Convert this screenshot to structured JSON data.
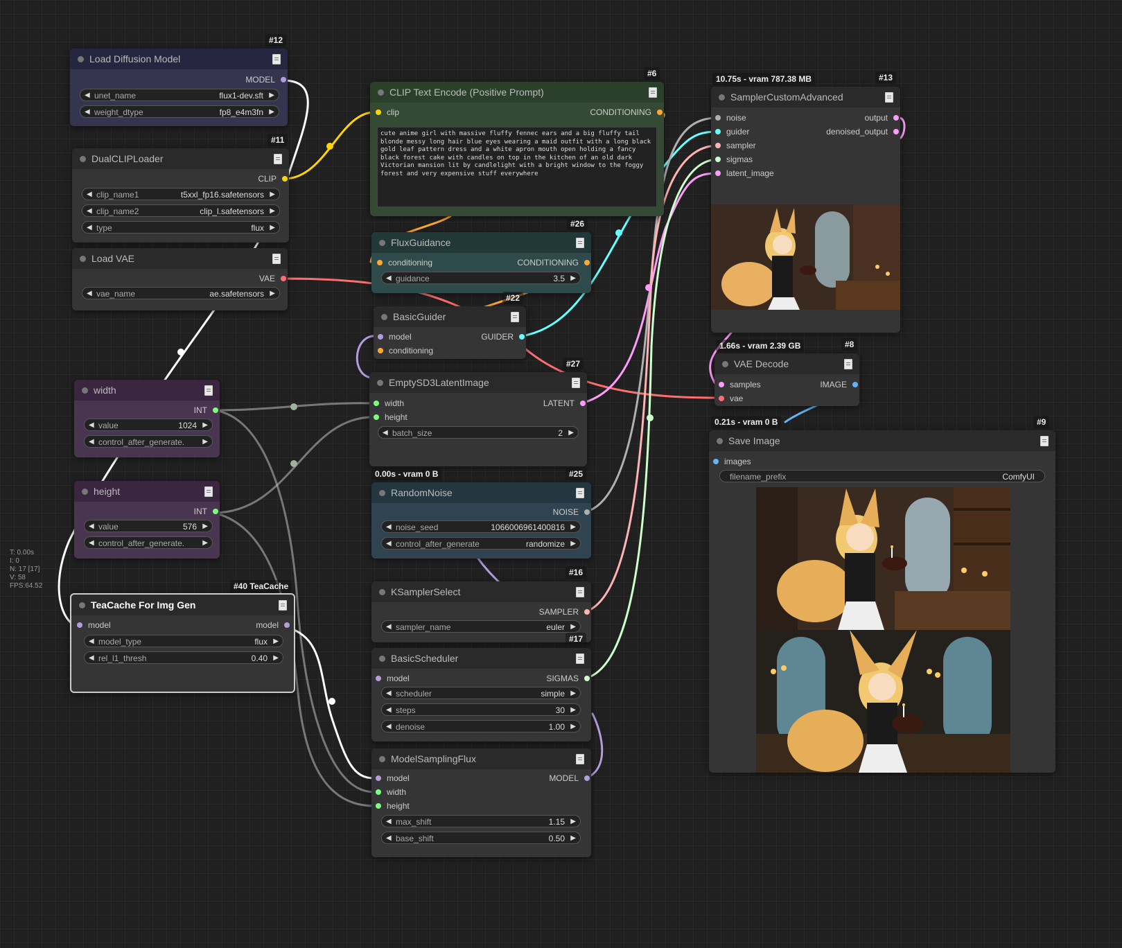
{
  "colors": {
    "model": "#b39ddb",
    "clip": "#ffd500",
    "vae": "#ff6e6e",
    "conditioning": "#ffa931",
    "int": "#7cff7c",
    "latent": "#ff9cf9",
    "noise": "#b0b0b0",
    "guider": "#66ffff",
    "sampler": "#ffb3b3",
    "sigmas": "#cdffcd",
    "image": "#64b5f6"
  },
  "stats": {
    "t": "T: 0.00s",
    "i": "I: 0",
    "n": "N: 17 [17]",
    "v": "V: 58",
    "fps": "FPS:64.52"
  },
  "nodes": {
    "load_diffusion": {
      "badge": "#12",
      "title": "Load Diffusion Model",
      "out": "MODEL",
      "w": [
        {
          "label": "unet_name",
          "value": "flux1-dev.sft"
        },
        {
          "label": "weight_dtype",
          "value": "fp8_e4m3fn"
        }
      ]
    },
    "dualclip": {
      "badge": "#11",
      "title": "DualCLIPLoader",
      "out": "CLIP",
      "w": [
        {
          "label": "clip_name1",
          "value": "t5xxl_fp16.safetensors"
        },
        {
          "label": "clip_name2",
          "value": "clip_l.safetensors"
        },
        {
          "label": "type",
          "value": "flux"
        }
      ]
    },
    "loadvae": {
      "title": "Load VAE",
      "out": "VAE",
      "w": [
        {
          "label": "vae_name",
          "value": "ae.safetensors"
        }
      ]
    },
    "width": {
      "title": "width",
      "out": "INT",
      "w": [
        {
          "label": "value",
          "value": "1024"
        },
        {
          "label": "control_after_generate.",
          "value": ""
        }
      ]
    },
    "height": {
      "title": "height",
      "out": "INT",
      "w": [
        {
          "label": "value",
          "value": "576"
        },
        {
          "label": "control_after_generate.",
          "value": ""
        }
      ]
    },
    "teacache": {
      "badge": "#40 TeaCache",
      "title": "TeaCache For Img Gen",
      "in": "model",
      "out": "model",
      "w": [
        {
          "label": "model_type",
          "value": "flux"
        },
        {
          "label": "rel_l1_thresh",
          "value": "0.40"
        }
      ]
    },
    "clip_text": {
      "badge": "#6",
      "title": "CLIP Text Encode (Positive Prompt)",
      "in": "clip",
      "out": "CONDITIONING",
      "prompt": "cute anime girl with massive fluffy fennec ears and a big fluffy tail blonde messy long hair blue eyes wearing a maid outfit with a long black gold leaf pattern dress and a white apron mouth open holding a fancy black forest cake with candles on top in the kitchen of an old dark Victorian mansion lit by candlelight with a bright window to the foggy forest and very expensive stuff everywhere"
    },
    "flux_guidance": {
      "badge": "#26",
      "title": "FluxGuidance",
      "in": "conditioning",
      "out": "CONDITIONING",
      "w": [
        {
          "label": "guidance",
          "value": "3.5"
        }
      ]
    },
    "basic_guider": {
      "badge": "#22",
      "title": "BasicGuider",
      "in1": "model",
      "in2": "conditioning",
      "out": "GUIDER"
    },
    "empty_latent": {
      "badge": "#27",
      "title": "EmptySD3LatentImage",
      "in1": "width",
      "in2": "height",
      "out": "LATENT",
      "w": [
        {
          "label": "batch_size",
          "value": "2"
        }
      ]
    },
    "random_noise": {
      "badge": "#25",
      "timing": "0.00s - vram 0 B",
      "title": "RandomNoise",
      "out": "NOISE",
      "w": [
        {
          "label": "noise_seed",
          "value": "1066006961400816"
        },
        {
          "label": "control_after_generate",
          "value": "randomize"
        }
      ]
    },
    "ksampler_select": {
      "badge": "#16",
      "title": "KSamplerSelect",
      "out": "SAMPLER",
      "w": [
        {
          "label": "sampler_name",
          "value": "euler"
        }
      ]
    },
    "basic_scheduler": {
      "badge": "#17",
      "title": "BasicScheduler",
      "in": "model",
      "out": "SIGMAS",
      "w": [
        {
          "label": "scheduler",
          "value": "simple"
        },
        {
          "label": "steps",
          "value": "30"
        },
        {
          "label": "denoise",
          "value": "1.00"
        }
      ]
    },
    "model_sampling": {
      "title": "ModelSamplingFlux",
      "in1": "model",
      "in2": "width",
      "in3": "height",
      "out": "MODEL",
      "w": [
        {
          "label": "max_shift",
          "value": "1.15"
        },
        {
          "label": "base_shift",
          "value": "0.50"
        }
      ]
    },
    "sampler_custom": {
      "badge": "#13",
      "timing": "10.75s - vram 787.38 MB",
      "title": "SamplerCustomAdvanced",
      "in": [
        "noise",
        "guider",
        "sampler",
        "sigmas",
        "latent_image"
      ],
      "out1": "output",
      "out2": "denoised_output"
    },
    "vae_decode": {
      "badge": "#8",
      "timing": "1.66s - vram 2.39 GB",
      "title": "VAE Decode",
      "in1": "samples",
      "in2": "vae",
      "out": "IMAGE"
    },
    "save_image": {
      "badge": "#9",
      "timing": "0.21s - vram 0 B",
      "title": "Save Image",
      "in": "images",
      "w": [
        {
          "label": "filename_prefix",
          "value": "ComfyUI"
        }
      ]
    }
  }
}
